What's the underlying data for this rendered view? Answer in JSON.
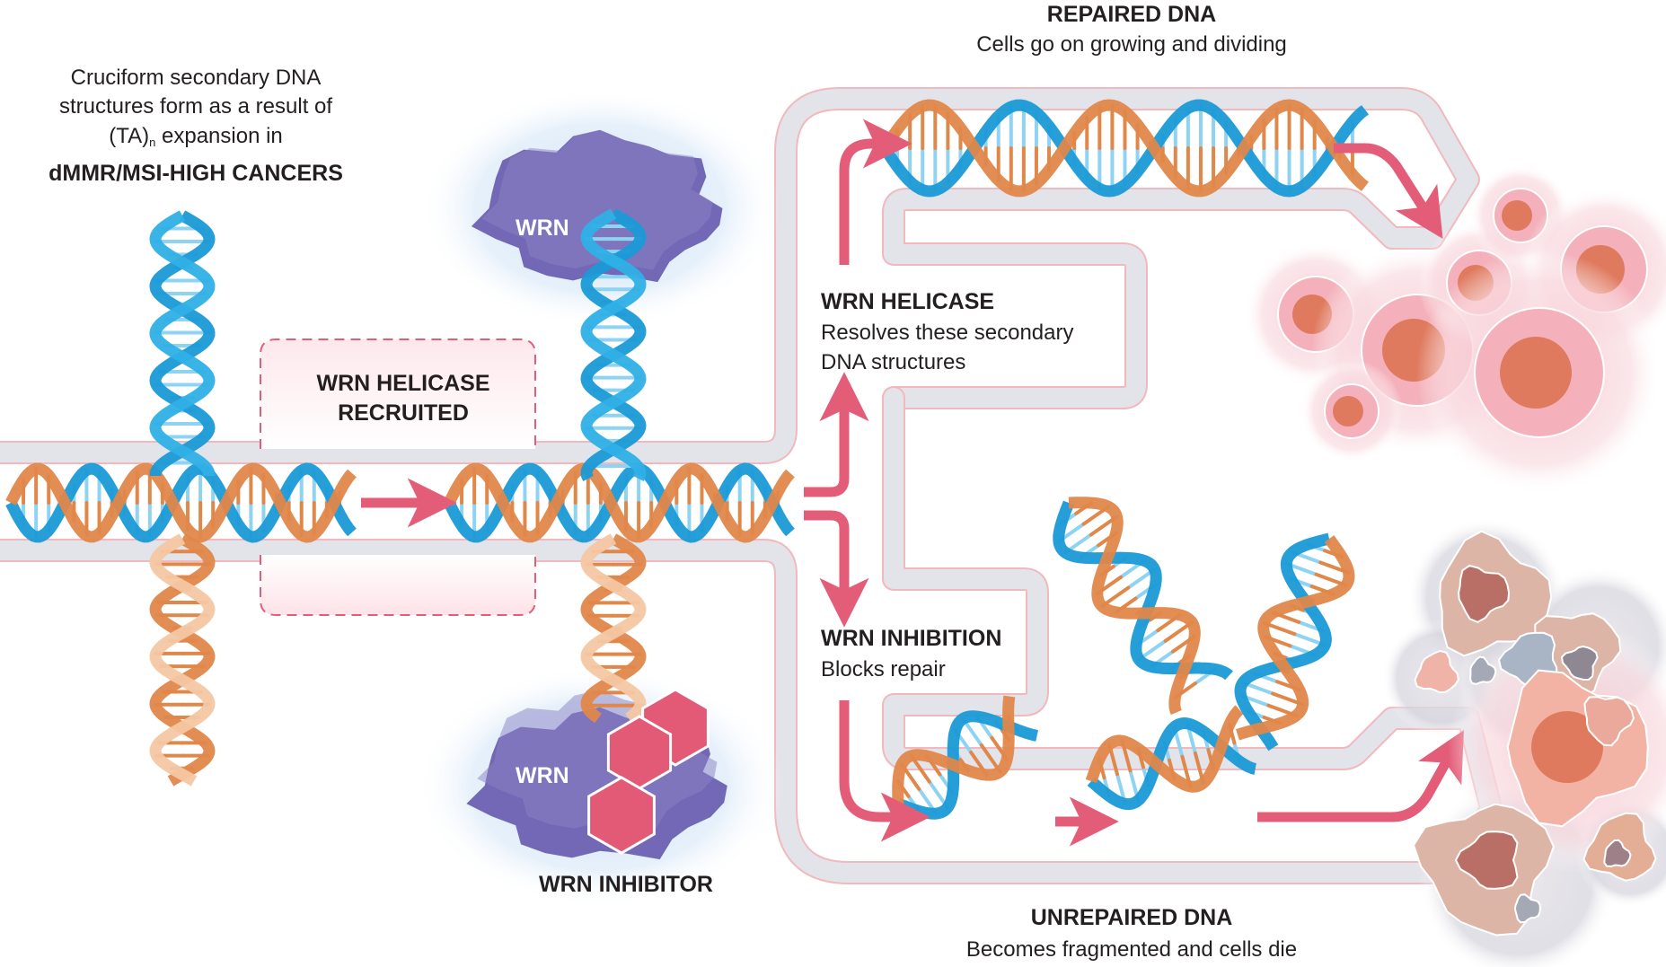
{
  "intro": {
    "line1": "Cruciform secondary DNA",
    "line2": "structures form as a result of",
    "line3_prefix": "(TA)",
    "line3_sub": "n",
    "line3_suffix": " expansion in",
    "emphasis": "dMMR/MSI-HIGH CANCERS"
  },
  "recruited_box": {
    "line1": "WRN HELICASE",
    "line2": "RECRUITED"
  },
  "protein_labels": {
    "top": "WRN",
    "bottom": "WRN"
  },
  "inhibitor_label": "WRN INHIBITOR",
  "helicase_branch": {
    "title": "WRN HELICASE",
    "line1": "Resolves these secondary",
    "line2": "DNA structures"
  },
  "inhibition_branch": {
    "title": "WRN INHIBITION",
    "line1": "Blocks repair"
  },
  "outcome_repaired": {
    "title": "REPAIRED DNA",
    "subtitle": "Cells go on growing and dividing"
  },
  "outcome_unrepaired": {
    "title": "UNREPAIRED DNA",
    "subtitle": "Becomes fragmented and cells die"
  },
  "colors": {
    "dna_blue": "#1a9ad6",
    "dna_blue_light": "#8fd3f2",
    "dna_orange": "#e0874a",
    "dna_orange_light": "#f4c7a3",
    "arrow_pink": "#e35d79",
    "channel_gray": "#e3e3ea",
    "channel_edge": "#f1b9bd",
    "protein_purple": "#7268b5",
    "protein_glow": "#d7e6f7",
    "inhibitor_pink": "#e35a77",
    "healthy_cell": "#f4b1bb",
    "healthy_nucleus": "#df7a5f",
    "dying_cell": "#dcb5a7",
    "dying_nucleus": "#b96e66",
    "dying_glow": "#c9c9d3",
    "text": "#231f20"
  }
}
